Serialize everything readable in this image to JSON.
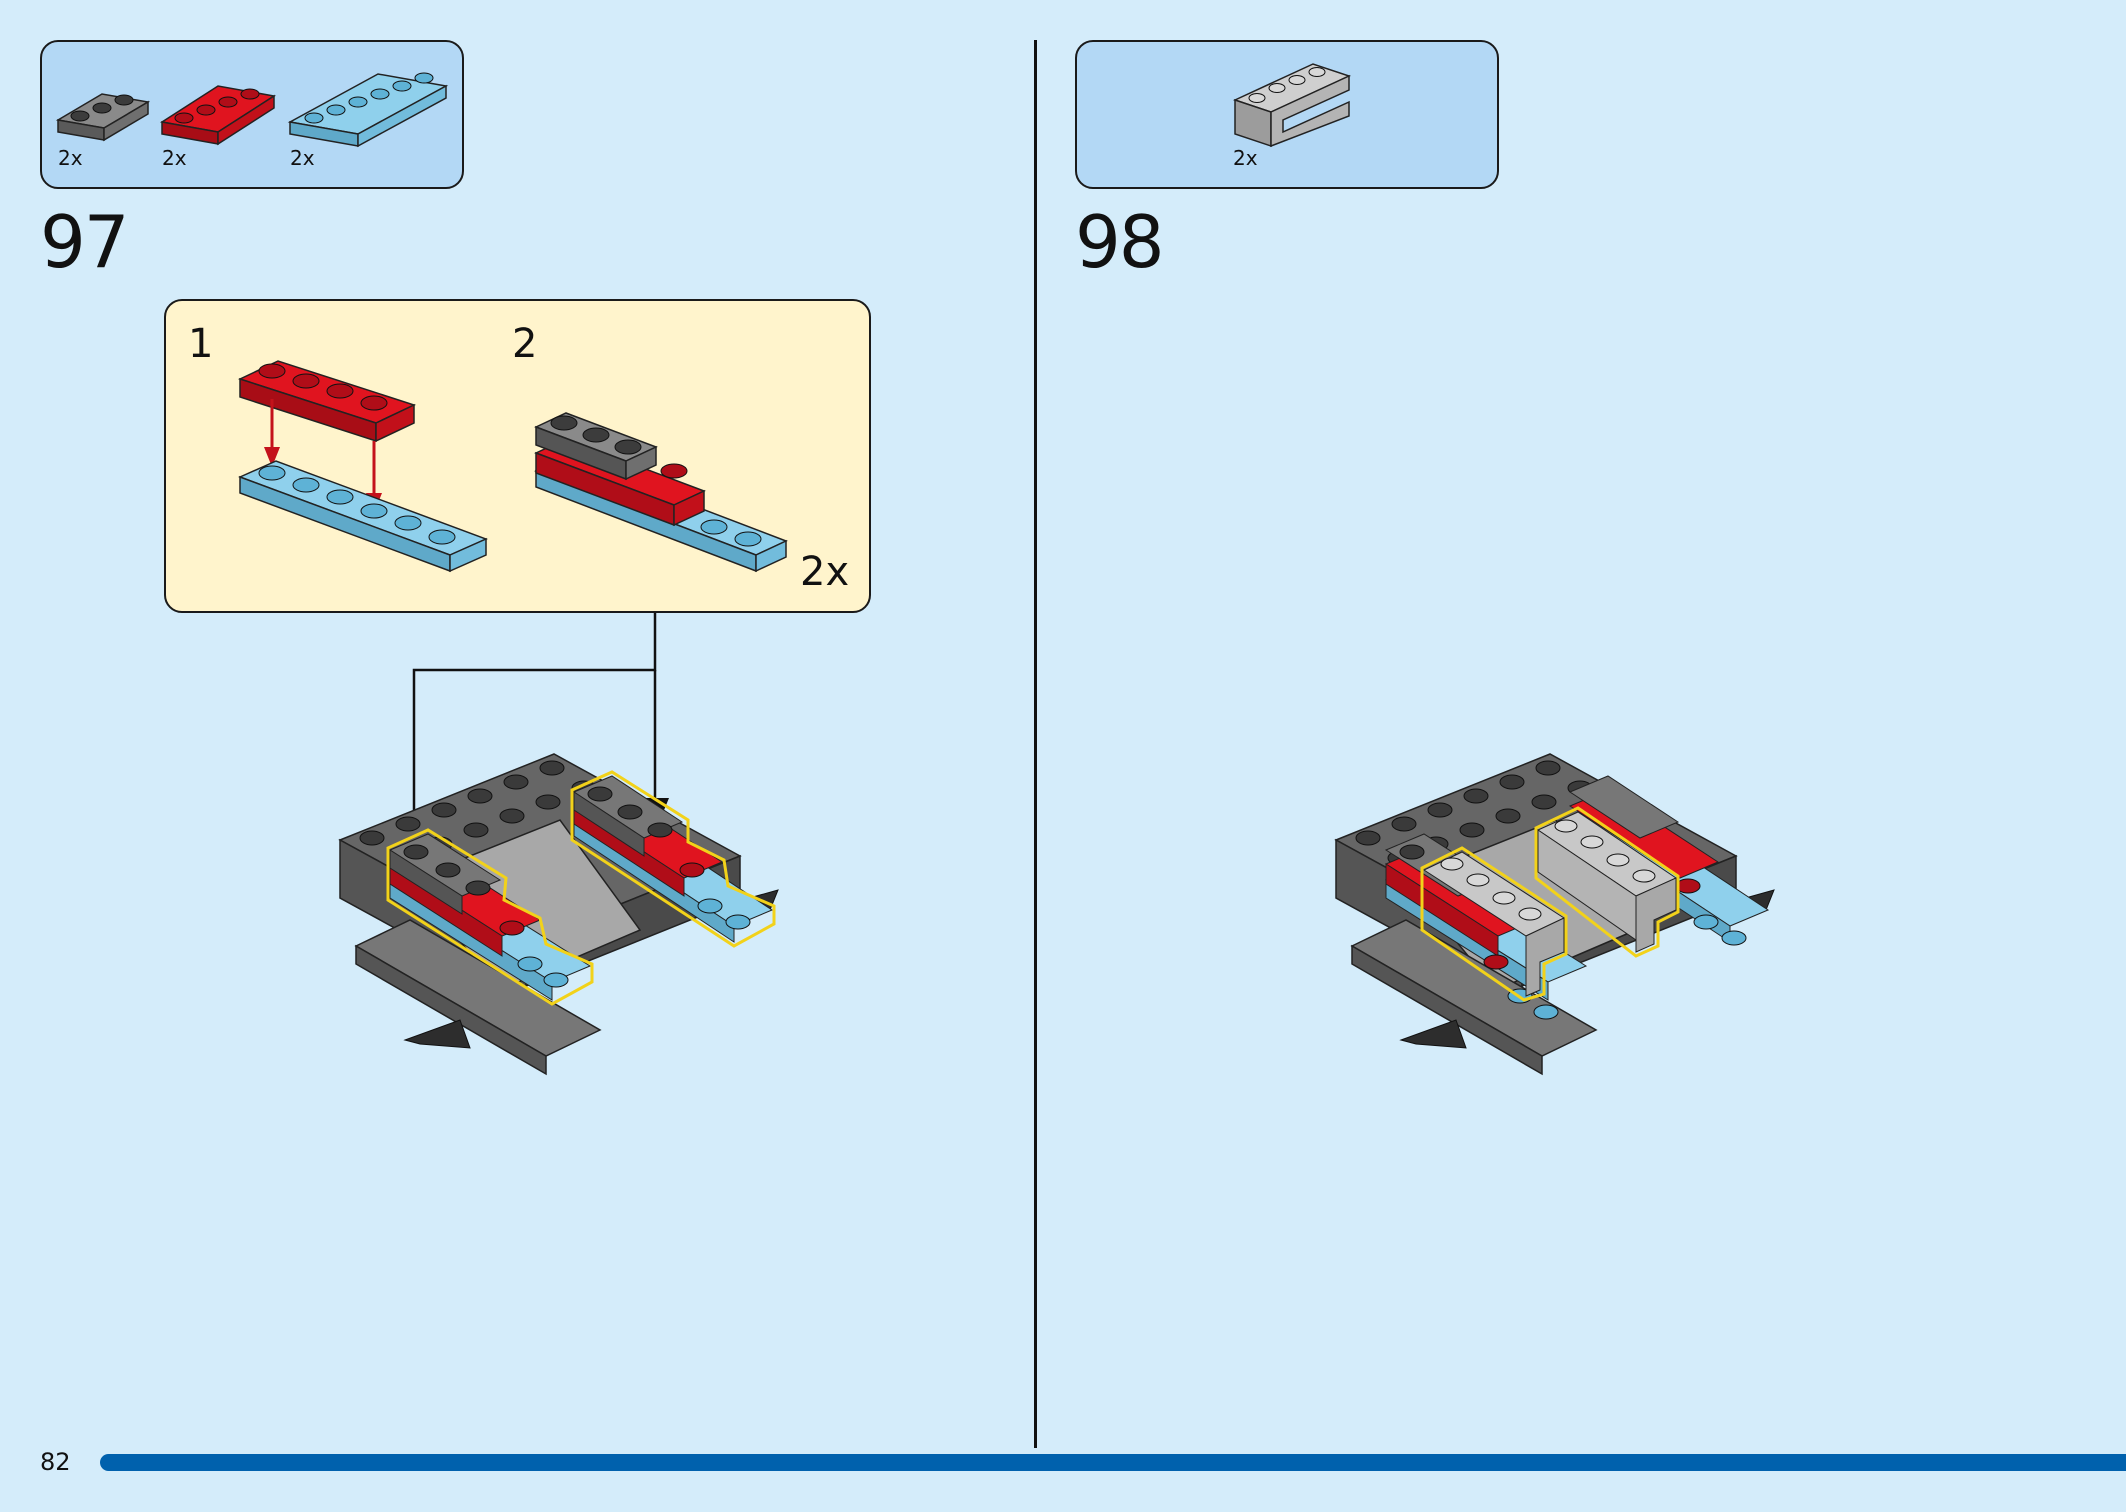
{
  "steps": [
    {
      "number": "97",
      "parts": [
        {
          "qty": "2x",
          "name": "dark-gray-plate-1x3",
          "color": "#6b6b6b"
        },
        {
          "qty": "2x",
          "name": "red-plate-1x4",
          "color": "#d0101b"
        },
        {
          "qty": "2x",
          "name": "light-blue-plate-1x6",
          "color": "#7cc6e6"
        }
      ],
      "subassembly": {
        "substeps": [
          {
            "number": "1"
          },
          {
            "number": "2"
          }
        ],
        "multiplier": "2x"
      }
    },
    {
      "number": "98",
      "parts": [
        {
          "qty": "2x",
          "name": "light-gray-bracket-1x4",
          "color": "#b8b8b8"
        }
      ]
    }
  ],
  "page": {
    "number": "82"
  },
  "colors": {
    "page_background": "#d4ecfa",
    "parts_box": "#b3d8f5",
    "subassembly_panel": "#fff4cc",
    "page_bar": "#0061ad",
    "highlight_outline": "#f2d21a",
    "arrow_red": "#c4121b"
  }
}
